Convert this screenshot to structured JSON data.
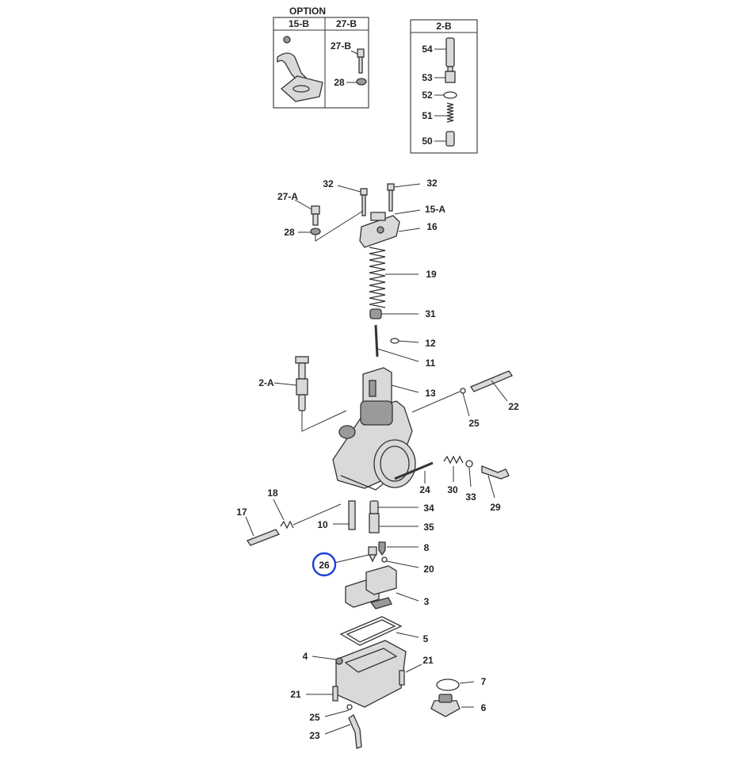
{
  "diagram": {
    "option_title": "OPTION",
    "option_box_left_header": "15-B",
    "option_box_right_header": "27-B",
    "box_2b_header": "2-B",
    "highlight_color": "#1f3fd6",
    "highlighted_label": "26",
    "labels": {
      "l_27b": "27-B",
      "l_28_opt": "28",
      "l_54": "54",
      "l_53": "53",
      "l_52": "52",
      "l_51": "51",
      "l_50": "50",
      "l_32_left": "32",
      "l_32_right": "32",
      "l_27a": "27-A",
      "l_15a": "15-A",
      "l_28": "28",
      "l_16": "16",
      "l_19": "19",
      "l_31": "31",
      "l_12": "12",
      "l_11": "11",
      "l_2a": "2-A",
      "l_13": "13",
      "l_22": "22",
      "l_25_top": "25",
      "l_24": "24",
      "l_30": "30",
      "l_33": "33",
      "l_29": "29",
      "l_18": "18",
      "l_17": "17",
      "l_34": "34",
      "l_10": "10",
      "l_35": "35",
      "l_8": "8",
      "l_20": "20",
      "l_3": "3",
      "l_5": "5",
      "l_4": "4",
      "l_21_right": "21",
      "l_7": "7",
      "l_21_left": "21",
      "l_6": "6",
      "l_25_bottom": "25",
      "l_23": "23"
    }
  }
}
